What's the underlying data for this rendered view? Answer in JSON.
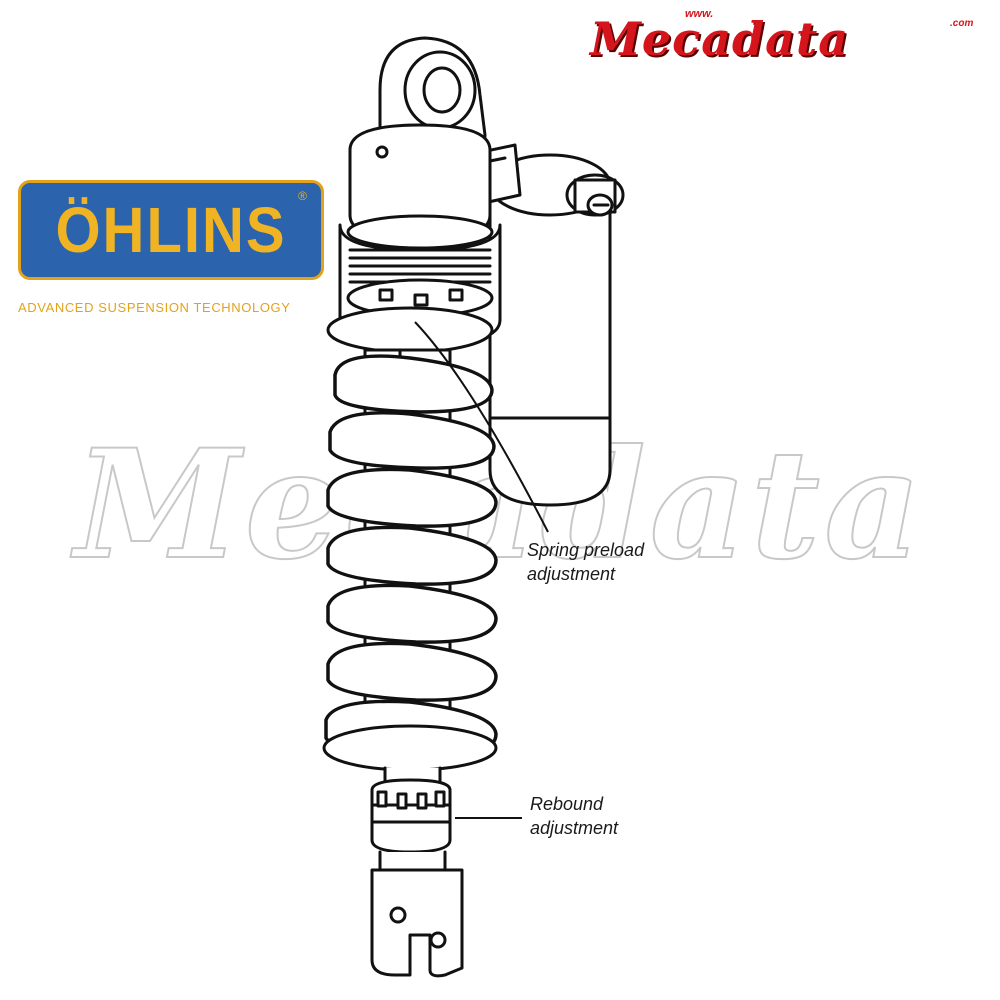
{
  "logos": {
    "ohlins": {
      "wordmark": "ÖHLINS",
      "registered": "®",
      "tagline": "ADVANCED SUSPENSION TECHNOLOGY"
    },
    "mecadata": {
      "wordmark": "Mecadata",
      "www": "www.",
      "com": ".com"
    },
    "watermark": "Mecadata"
  },
  "labels": {
    "spring_preload": [
      "Spring preload",
      "adjustment"
    ],
    "rebound": [
      "Rebound",
      "adjustment"
    ]
  },
  "colors": {
    "ohlins_blue": "#2b63ad",
    "ohlins_gold": "#f0b323",
    "mecadata_red": "#d6141c",
    "line": "#111111"
  }
}
